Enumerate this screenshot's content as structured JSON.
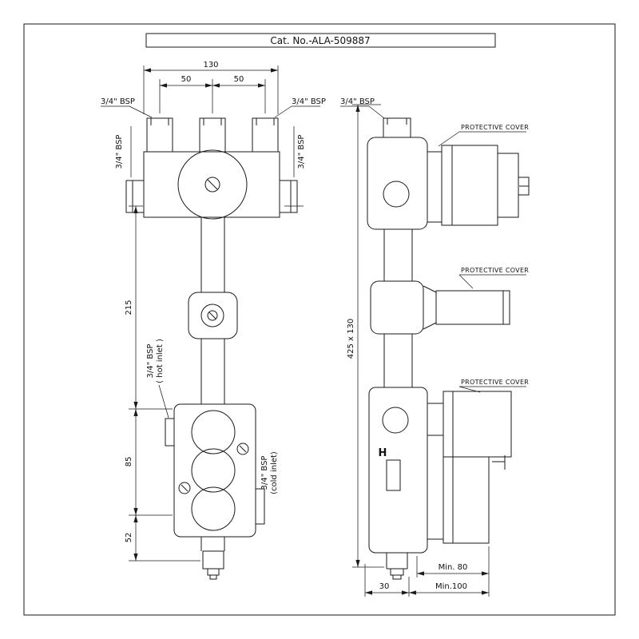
{
  "page": {
    "title": "Cat. No.-ALA-509887"
  },
  "front_view": {
    "dim_130": "130",
    "dim_50_left": "50",
    "dim_50_right": "50",
    "dim_215": "215",
    "dim_85": "85",
    "dim_52": "52",
    "bsp_top_left": "3/4\" BSP",
    "bsp_top_right": "3/4\" BSP",
    "bsp_side_left": "3/4\" BSP",
    "bsp_side_right": "3/4\" BSP",
    "hot_inlet_line1": "3/4\" BSP",
    "hot_inlet_line2": "( hot inlet )",
    "cold_inlet_line1": "3/4\" BSP",
    "cold_inlet_line2": "(cold inlet)"
  },
  "side_view": {
    "bsp_top": "3/4\" BSP",
    "protective_cover_top": "PROTECTIVE COVER",
    "protective_cover_middle": "PROTECTIVE COVER",
    "protective_cover_bottom": "PROTECTIVE COVER",
    "hot_marking": "H",
    "dim_overall": "425 x 130",
    "dim_min_80": "Min. 80",
    "dim_30": "30",
    "dim_min_100": "Min.100"
  },
  "colors": {
    "line": "#1a1a1a",
    "background": "#ffffff"
  }
}
